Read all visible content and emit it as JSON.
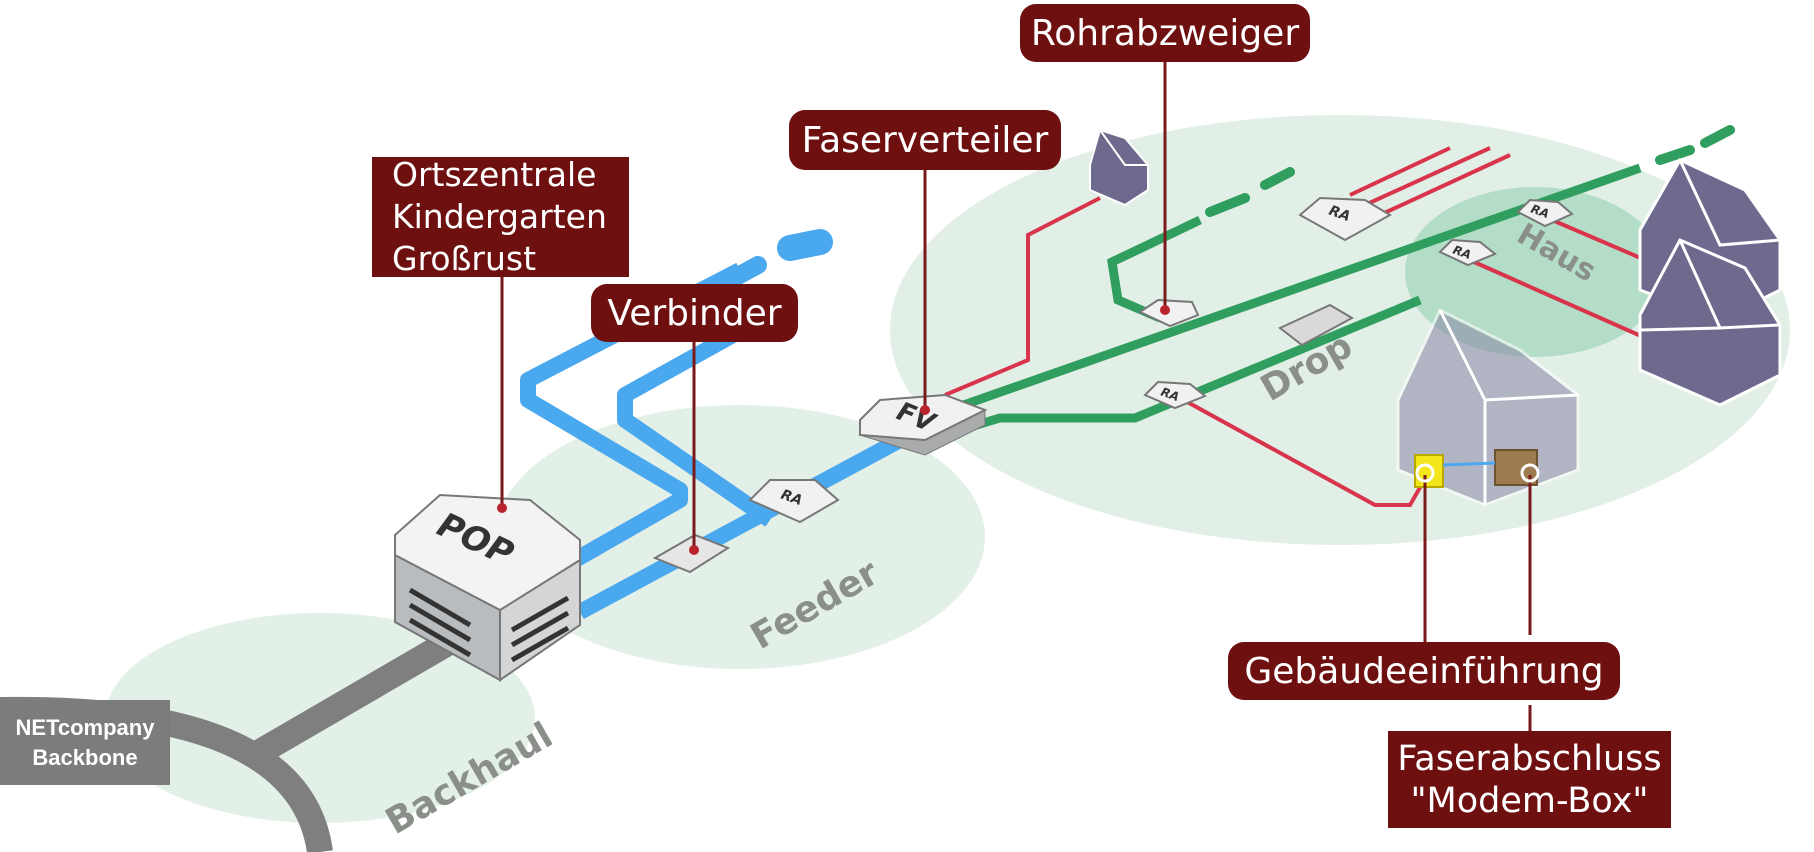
{
  "callouts": {
    "ortszentrale": [
      "Ortszentrale",
      "Kindergarten",
      "Großrust"
    ],
    "verbinder": "Verbinder",
    "faserverteiler": "Faserverteiler",
    "rohrabzweiger": "Rohrabzweiger",
    "gebaeudeeinfuehrung": "Gebäudeeinführung",
    "faserabschluss": [
      "Faserabschluss",
      "\"Modem-Box\""
    ]
  },
  "backbone": [
    "NETcompany",
    "Backbone"
  ],
  "zones": {
    "backhaul": "Backhaul",
    "feeder": "Feeder",
    "drop": "Drop",
    "haus": "Haus"
  },
  "devices": {
    "pop": "POP",
    "fv": "FV",
    "ra": "RA"
  },
  "colors": {
    "callout_bg": "#6e0f10",
    "leader": "#7a1a1a",
    "backhaul_cable": "#7f7f7f",
    "feeder_duct": "#4aa8ee",
    "distribution_duct": "#2f9e5f",
    "drop_fiber": "#d8344c",
    "zone_fill": "#d9ebe0",
    "haus_fill": "#a9d8bf",
    "house": "#6e6a8e"
  }
}
